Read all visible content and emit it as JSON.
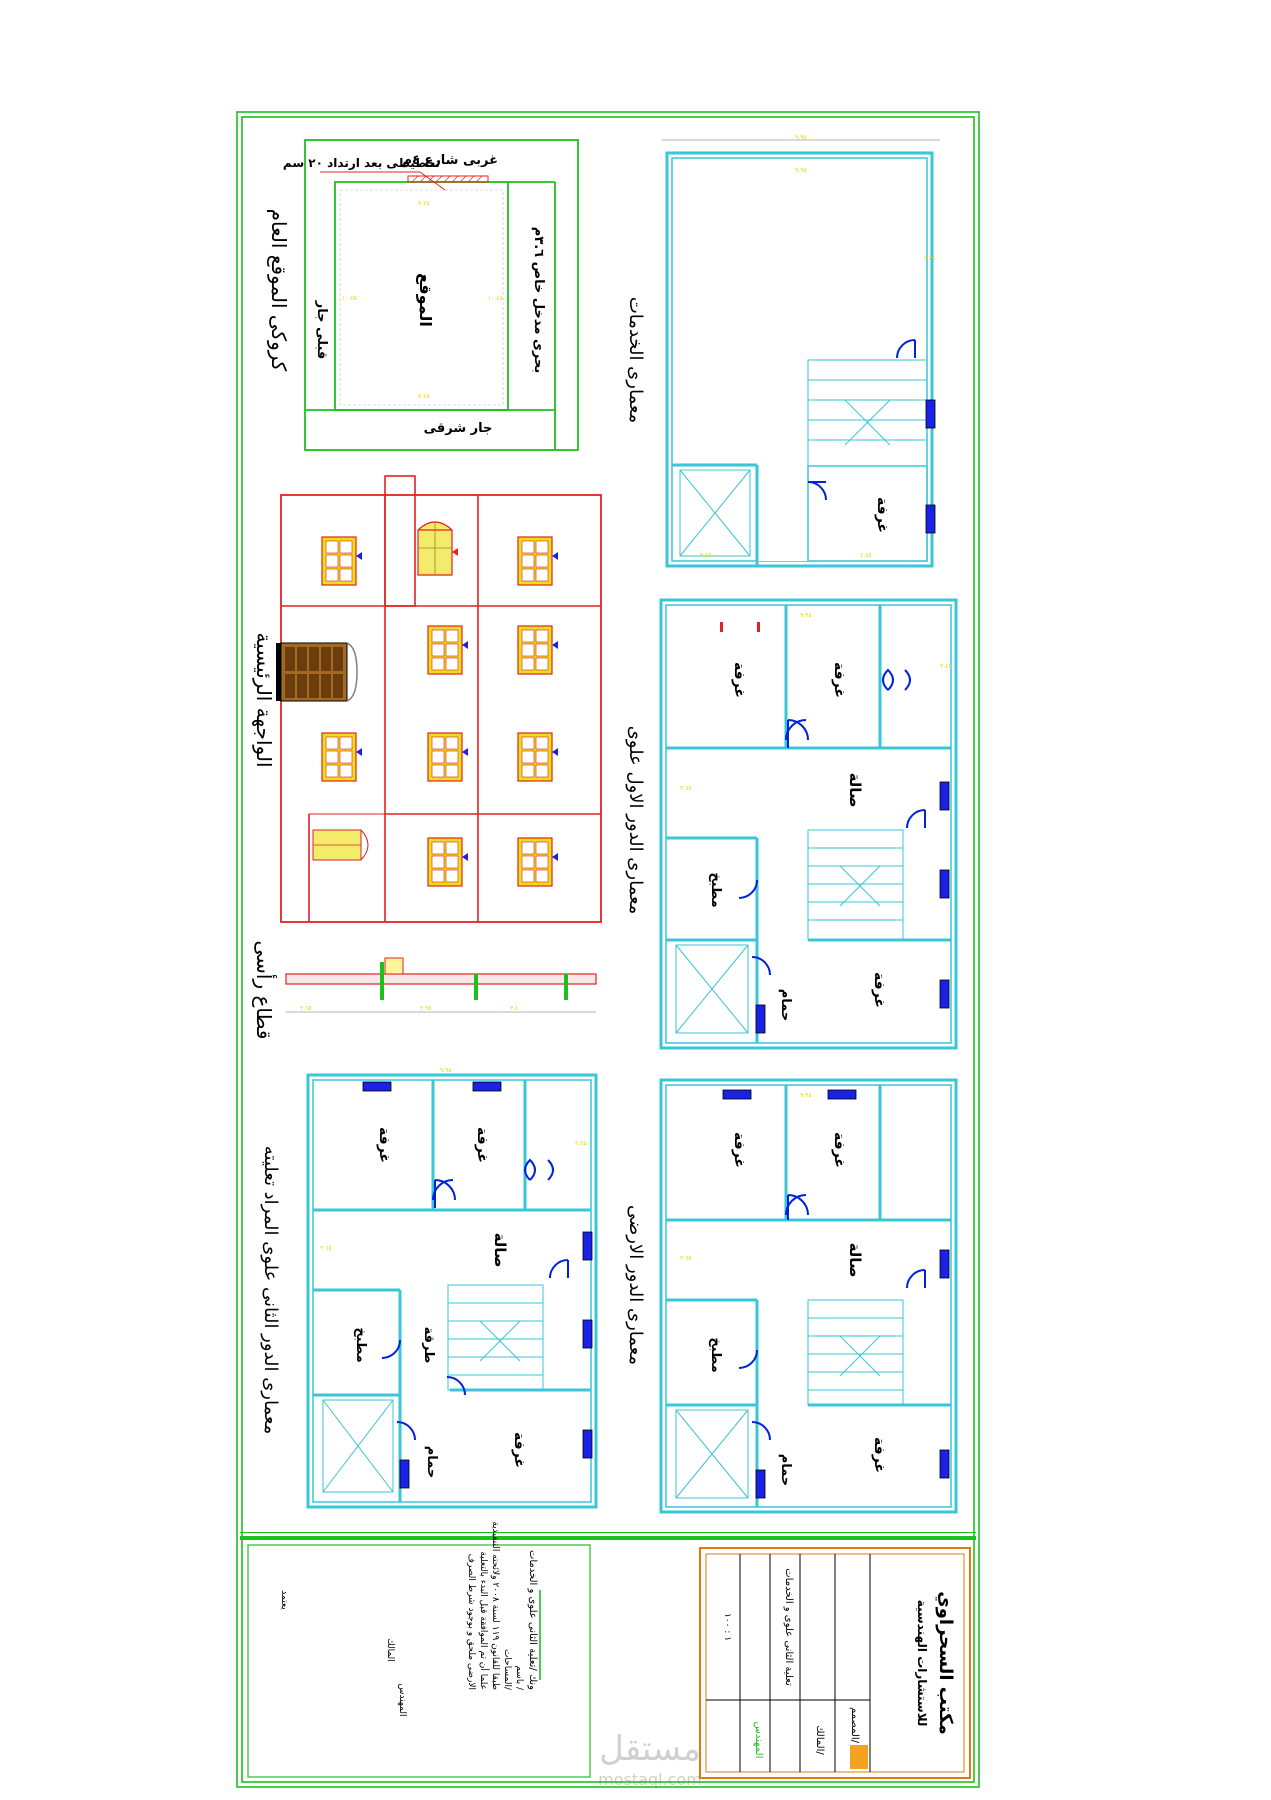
{
  "site_plan": {
    "title": "كروكى الموقع العام",
    "north": "غربى شارع ٤م",
    "planning": "تخطيطى بعد ارتداد ٢٠ سم",
    "south": "بحرى مدخل خاص ٣.٦م",
    "west": "قبلى جار",
    "east": "جار شرقى",
    "center": "الموقع"
  },
  "facade": {
    "title": "الواجهة الرئيسية"
  },
  "section": {
    "title": "قطاع رأسى"
  },
  "plans": {
    "services": {
      "title": "معمارى الخدمات",
      "rooms": [
        "غرفة"
      ]
    },
    "first_floor": {
      "title": "معمارى الدور الاول علوى",
      "rooms": [
        "غرفة",
        "غرفة",
        "صالة",
        "مطبخ",
        "حمام",
        "غرفة"
      ]
    },
    "ground_floor": {
      "title": "معمارى الدور الارضى",
      "rooms": [
        "غرفة",
        "غرفة",
        "صالة",
        "مطبخ",
        "حمام",
        "غرفة"
      ]
    },
    "second_floor": {
      "title": "معمارى الدور الثانى علوى المراد تعليته",
      "rooms": [
        "غرفة",
        "غرفة",
        "صالة",
        "مطبخ",
        "طرقة",
        "حمام",
        "غرفة"
      ]
    }
  },
  "notes": {
    "line1": "ونك /تعلية الثانى علوى و الخدمات",
    "line2": "باسم /",
    "line3": "المساحات/",
    "line4": "طبقا للقانون ١١٩ لسنة ٢٠٠٨ ولائحته التنفيذية",
    "line5": "علما أن تم الموافقة قبل البدء بالتعلية",
    "line6": "الارضى ملحق و بوجود شرط الصرف",
    "sign1": "المهندس",
    "sign2": "المالك",
    "sign3": "يعتمد"
  },
  "title_block": {
    "office_name": "مكتب السحراوي",
    "office_sub": "للاستشارات الهندسية",
    "project": "تعلية الثانى علوى و الخدمات",
    "owner_label": "المالك/",
    "engineer_label": "المصمم/",
    "drawing_label": "المهندس",
    "scale": "١ : ١٠٠"
  },
  "watermark": {
    "logo": "مستقل",
    "url": "mostaql.com"
  },
  "colors": {
    "frame": "#1ec01e",
    "walls": "#39c6d6",
    "facade": "#e32222",
    "doors": "#0022dd",
    "dimension_text": "#e8d800",
    "title_frame": "#e07a10"
  }
}
